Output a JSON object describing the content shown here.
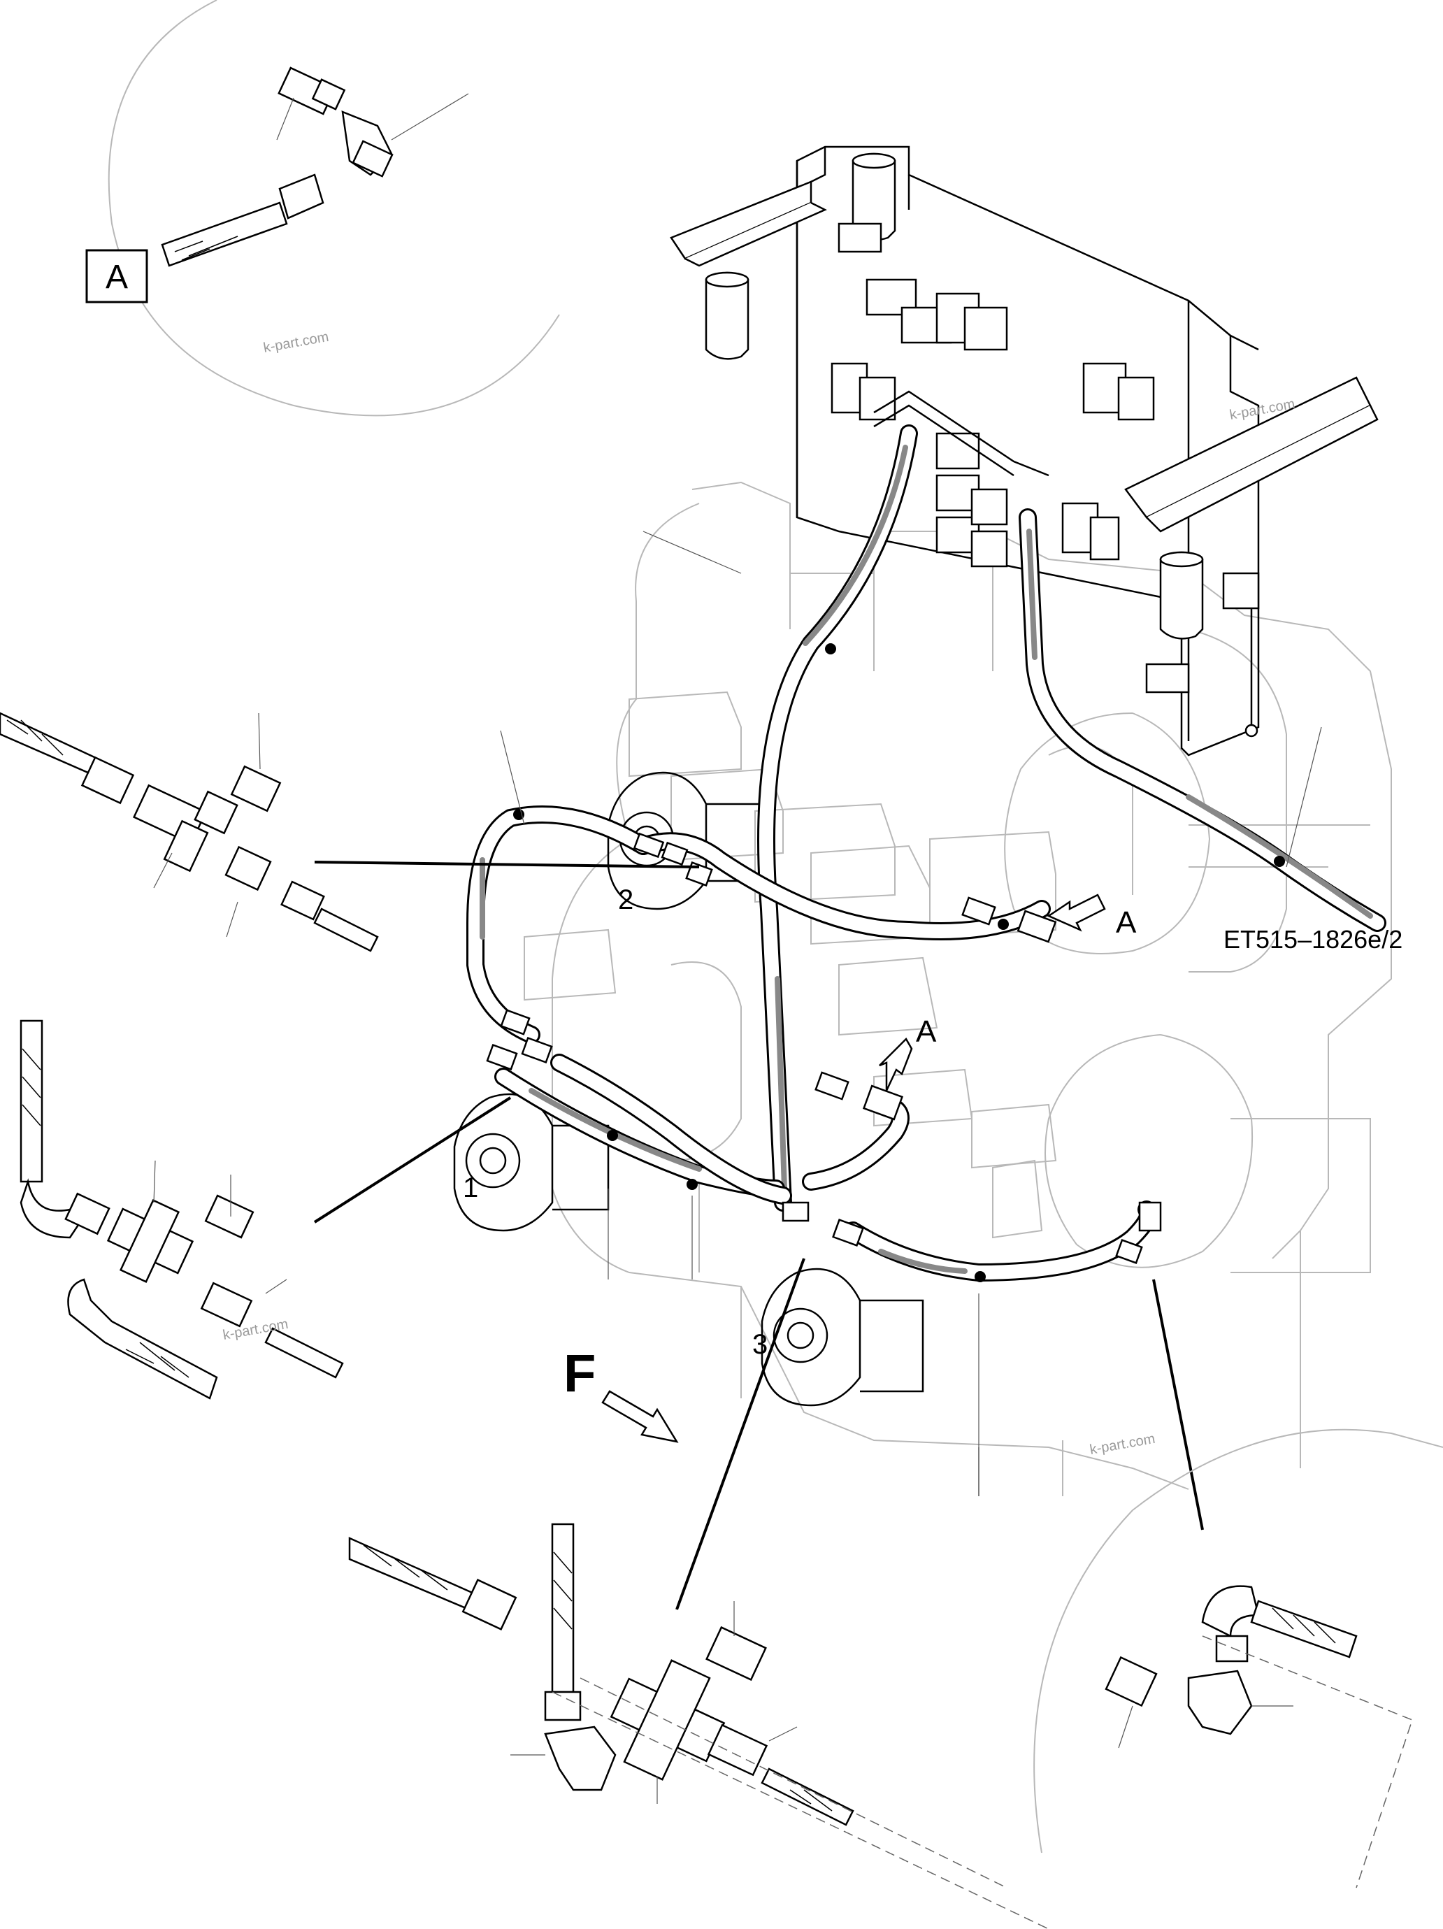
{
  "diagram": {
    "drawing_number": "ET515–1826e/2",
    "detail_box_label": "A",
    "arrow_labels": [
      "A",
      "A"
    ],
    "direction_label": "F",
    "item_numbers": [
      "1",
      "2",
      "3"
    ],
    "watermarks": [
      "k-part.com",
      "k-part.com",
      "k-part.com",
      "k-part.com"
    ]
  }
}
